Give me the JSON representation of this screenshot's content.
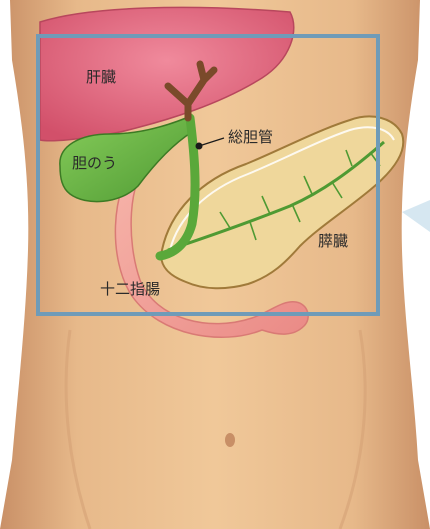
{
  "labels": {
    "liver": "肝臓",
    "gallbladder": "胆のう",
    "common_bile_duct": "総胆管",
    "pancreas": "膵臓",
    "duodenum": "十二指腸"
  },
  "colors": {
    "skin": "#e8b888",
    "skin_shadow": "#c9946a",
    "liver": "#e06b7c",
    "gallbladder": "#6dbb45",
    "bile_duct_dark": "#7a4a2a",
    "pancreas": "#efd79b",
    "duodenum": "#f3a09a",
    "highlight_box": "#6f9bb8"
  }
}
